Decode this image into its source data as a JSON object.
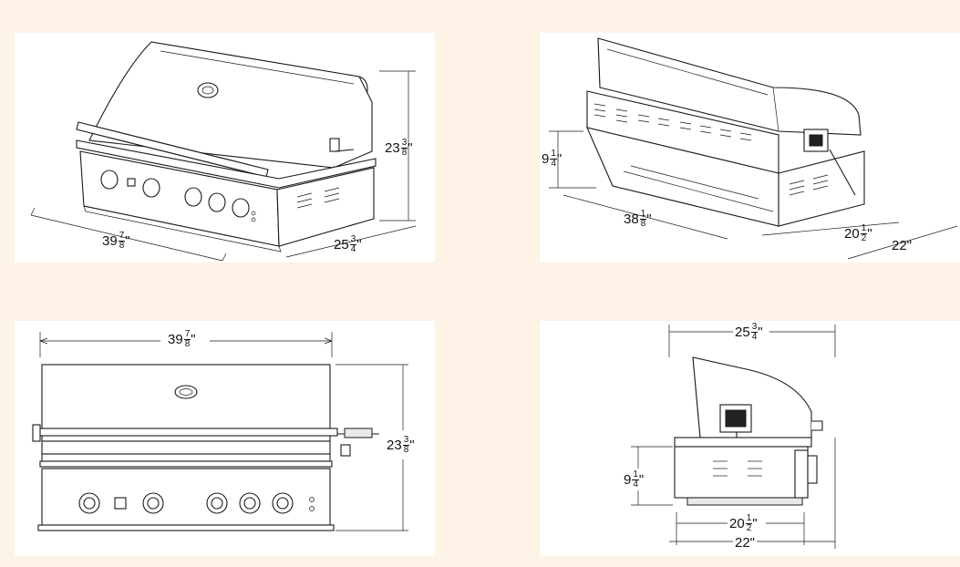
{
  "colors": {
    "background": "#fdf3e6",
    "panel": "#ffffff",
    "line": "#1a1a1a"
  },
  "views": {
    "iso_front": {
      "width": {
        "whole": "39",
        "num": "7",
        "den": "8",
        "unit": "\""
      },
      "depth": {
        "whole": "25",
        "num": "3",
        "den": "4",
        "unit": "\""
      },
      "height": {
        "whole": "23",
        "num": "3",
        "den": "8",
        "unit": "\""
      }
    },
    "iso_back": {
      "cutout_height": {
        "whole": "9",
        "num": "1",
        "den": "4",
        "unit": "\""
      },
      "cutout_width": {
        "whole": "38",
        "num": "1",
        "den": "8",
        "unit": "\""
      },
      "cutout_depth": {
        "whole": "20",
        "num": "1",
        "den": "2",
        "unit": "\""
      },
      "overall_depth": {
        "text": "22\""
      }
    },
    "front": {
      "width": {
        "whole": "39",
        "num": "7",
        "den": "8",
        "unit": "\""
      },
      "height": {
        "whole": "23",
        "num": "3",
        "den": "8",
        "unit": "\""
      }
    },
    "side": {
      "depth": {
        "whole": "25",
        "num": "3",
        "den": "4",
        "unit": "\""
      },
      "cutout_height": {
        "whole": "9",
        "num": "1",
        "den": "4",
        "unit": "\""
      },
      "cutout_depth": {
        "whole": "20",
        "num": "1",
        "den": "2",
        "unit": "\""
      },
      "overall_depth": {
        "text": "22\""
      }
    }
  }
}
